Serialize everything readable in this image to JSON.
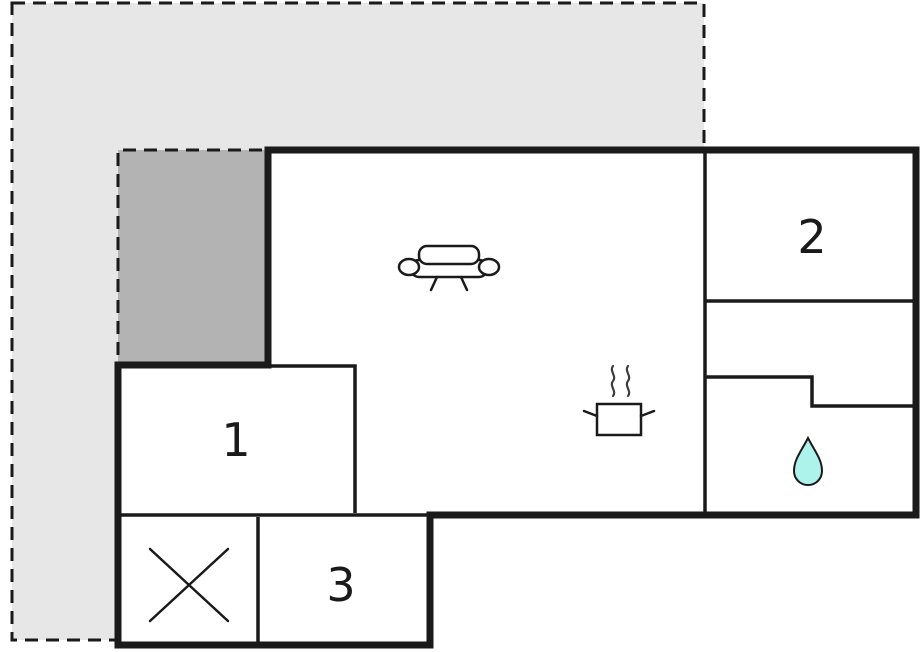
{
  "floorplan": {
    "labels": {
      "room1": "1",
      "room2": "2",
      "room3": "3"
    },
    "colors": {
      "wall": "#1a1a1a",
      "terrace_fill": "#e7e7e7",
      "covered_terrace_fill": "#b3b3b3",
      "room_fill": "#ffffff",
      "water_drop_fill": "#aef2ec"
    },
    "icons": {
      "sofa": "sofa-icon",
      "stove": "stove-pot-icon",
      "water": "water-drop-icon",
      "cross": "cross-icon"
    }
  }
}
